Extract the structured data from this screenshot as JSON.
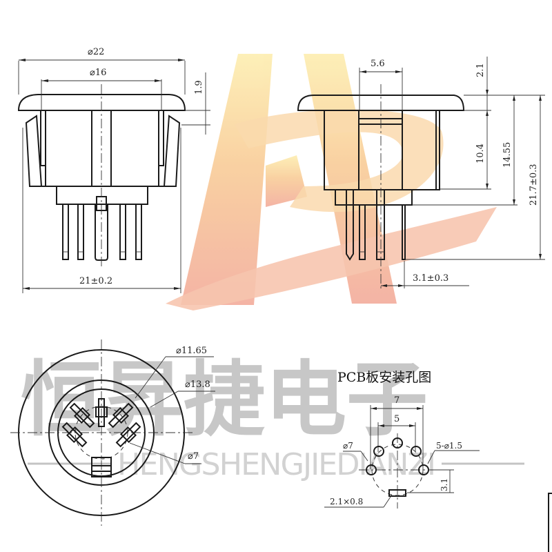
{
  "colors": {
    "logo_yellow": "#fde9a8",
    "logo_orange": "#f7b98f",
    "logo_red": "#f3b0a2",
    "watermark_gray": "#b8b8b8",
    "line": "#1a1a1a"
  },
  "watermark": {
    "chinese": "恒昇捷电子",
    "pinyin": "HENGSHENGJIEDIANZI"
  },
  "front_view": {
    "outer_diameter": "⌀22",
    "inner_diameter": "⌀16",
    "flange_thickness": "1.9",
    "body_width": "21±0.2"
  },
  "side_view": {
    "key_width": "5.6",
    "flange_height": "2.1",
    "body_height": "10.4",
    "total_body": "14.55",
    "overall_height": "21.7±0.3",
    "pin_offset": "3.1±0.3"
  },
  "face_view": {
    "inner_ring": "⌀11.65",
    "outer_ring": "⌀13.8",
    "pin_circle": "⌀7"
  },
  "pcb_layout": {
    "title": "PCB板安装孔图",
    "span_outer": "7",
    "span_inner": "5",
    "pin_circle": "⌀7",
    "holes": "5-⌀1.5",
    "slot_offset": "3.1",
    "slot_size": "2.1×0.8"
  }
}
